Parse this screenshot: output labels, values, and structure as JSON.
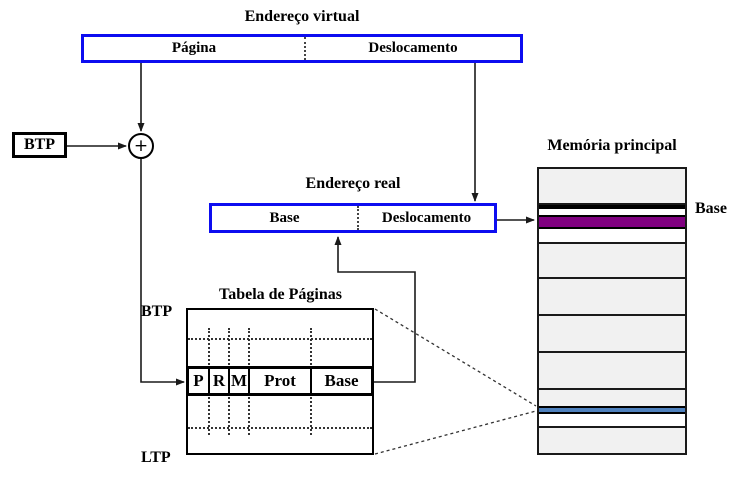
{
  "colors": {
    "accent_blue": "#0d0df0",
    "purple": "#800080",
    "steel_blue": "#4f81bd",
    "row_gray": "#f1f1f1",
    "line_black": "#1a1a1a"
  },
  "virtual_address": {
    "title": "Endereço virtual",
    "fields": [
      "Página",
      "Deslocamento"
    ]
  },
  "btp_box": {
    "label": "BTP"
  },
  "adder": {
    "symbol": "+"
  },
  "real_address": {
    "title": "Endereço real",
    "fields": [
      "Base",
      "Deslocamento"
    ]
  },
  "memory": {
    "title": "Memória principal",
    "base_label": "Base"
  },
  "page_table": {
    "title": "Tabela de Páginas",
    "top_label": "BTP",
    "bottom_label": "LTP",
    "entry_fields": [
      "P",
      "R",
      "M",
      "Prot",
      "Base"
    ]
  }
}
